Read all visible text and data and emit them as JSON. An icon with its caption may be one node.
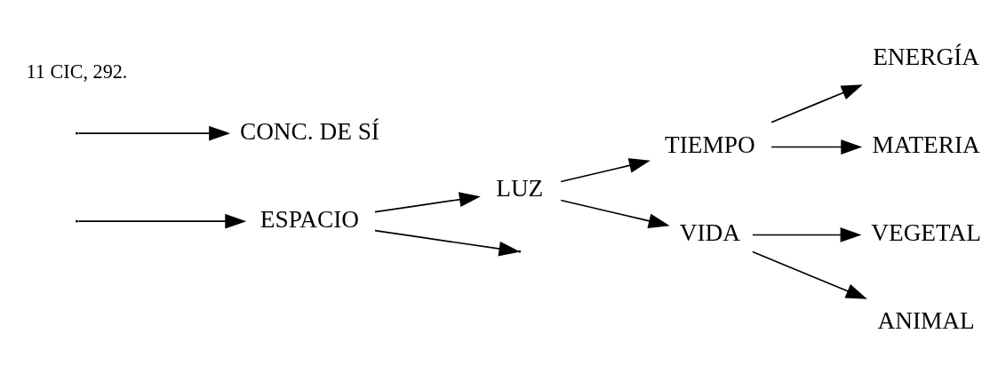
{
  "diagram": {
    "nodes": [
      {
        "text": [
          "ESPACIO"
        ]
      },
      {
        "text": [
          "LUZ"
        ]
      },
      {
        "text": [
          "TIEMPO"
        ]
      },
      {
        "text": [
          "VIDA"
        ]
      },
      {
        "text": [
          "ENERGÍA"
        ]
      },
      {
        "text": [
          "MATERIA"
        ]
      },
      {
        "text": [
          "VEGETAL"
        ]
      },
      {
        "text": [
          "ANIMAL"
        ]
      },
      {
        "text": [
          "CONC. DE SÍ"
        ]
      }
    ],
    "edges": [
      {
        "from": null,
        "to": 0,
        "arrow": "to"
      },
      {
        "from": 0,
        "to": 1,
        "arrow": "to"
      },
      {
        "from": 0,
        "to": null,
        "arrow": "to"
      },
      {
        "from": 1,
        "to": 2,
        "arrow": "to"
      },
      {
        "from": 1,
        "to": 3,
        "arrow": "to"
      },
      {
        "from": 2,
        "to": 4,
        "arrow": "to"
      },
      {
        "from": 2,
        "to": 5,
        "arrow": "to"
      },
      {
        "from": 3,
        "to": 6,
        "arrow": "to"
      },
      {
        "from": 3,
        "to": 7,
        "arrow": "to"
      },
      {
        "from": null,
        "to": 8,
        "arrow": "to"
      }
    ],
    "labels": [
      "11 CIC, 292."
    ]
  }
}
